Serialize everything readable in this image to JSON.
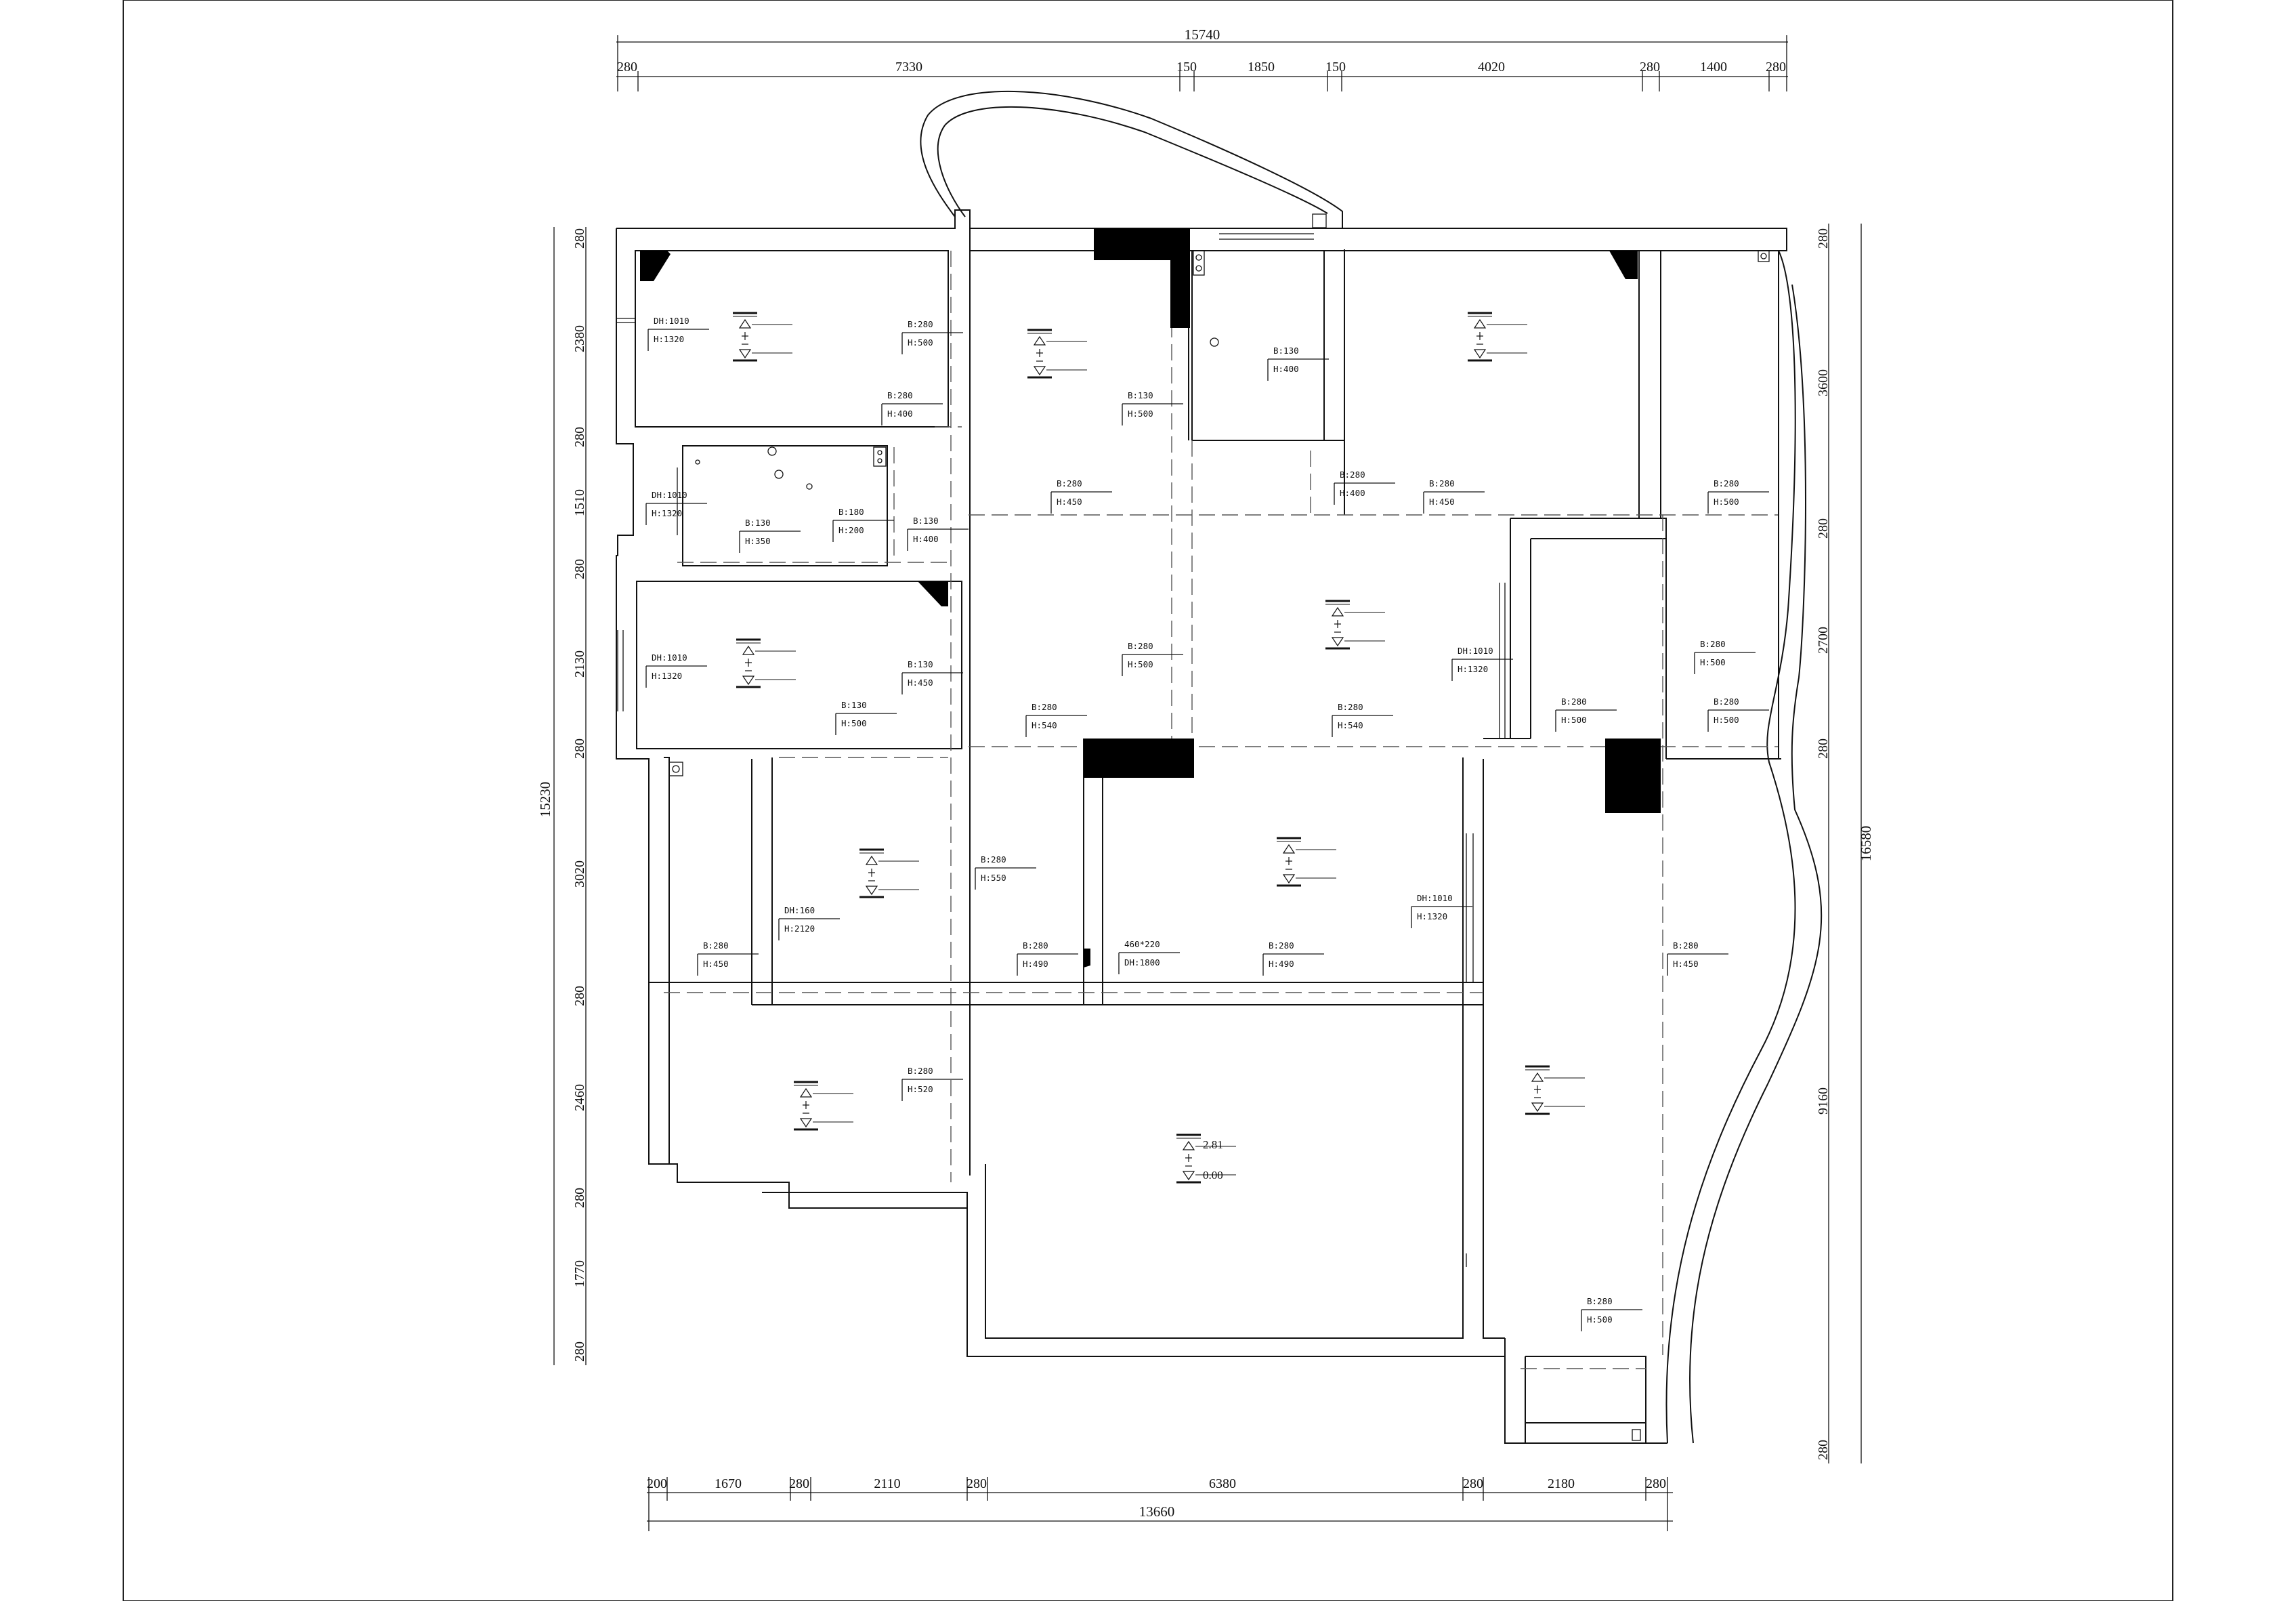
{
  "drawing": {
    "top_total": "15740",
    "top_dims": [
      "280",
      "7330",
      "150",
      "1850",
      "150",
      "4020",
      "280",
      "1400",
      "280"
    ],
    "bottom_total": "13660",
    "bottom_dims": [
      "200",
      "1670",
      "280",
      "2110",
      "280",
      "6380",
      "280",
      "2180",
      "280"
    ],
    "left_total": "15230",
    "left_dims": [
      "280",
      "2380",
      "280",
      "1510",
      "280",
      "2130",
      "280",
      "3020",
      "280",
      "2460",
      "280",
      "1770",
      "280"
    ],
    "right_total": "16580",
    "right_dims": [
      "280",
      "3600",
      "280",
      "2700",
      "280",
      "9160",
      "280"
    ]
  },
  "annotations": [
    {
      "l1": "DH:1010",
      "l2": "H:1320"
    },
    {
      "l1": "B:280",
      "l2": "H:500"
    },
    {
      "l1": "B:280",
      "l2": "H:400"
    },
    {
      "l1": "B:130",
      "l2": "H:500"
    },
    {
      "l1": "B:130",
      "l2": "H:400"
    },
    {
      "l1": "B:280",
      "l2": "H:450"
    },
    {
      "l1": "B:280",
      "l2": "H:400"
    },
    {
      "l1": "B:280",
      "l2": "H:450"
    },
    {
      "l1": "B:280",
      "l2": "H:500"
    },
    {
      "l1": "DH:1010",
      "l2": "H:1320"
    },
    {
      "l1": "B:130",
      "l2": "H:350"
    },
    {
      "l1": "B:180",
      "l2": "H:200"
    },
    {
      "l1": "B:130",
      "l2": "H:400"
    },
    {
      "l1": "DH:1010",
      "l2": "H:1320"
    },
    {
      "l1": "B:130",
      "l2": "H:450"
    },
    {
      "l1": "B:130",
      "l2": "H:500"
    },
    {
      "l1": "B:280",
      "l2": "H:500"
    },
    {
      "l1": "B:280",
      "l2": "H:540"
    },
    {
      "l1": "B:280",
      "l2": "H:540"
    },
    {
      "l1": "DH:1010",
      "l2": "H:1320"
    },
    {
      "l1": "B:280",
      "l2": "H:500"
    },
    {
      "l1": "B:280",
      "l2": "H:500"
    },
    {
      "l1": "B:280",
      "l2": "H:500"
    },
    {
      "l1": "B:280",
      "l2": "H:550"
    },
    {
      "l1": "DH:160",
      "l2": "H:2120"
    },
    {
      "l1": "B:280",
      "l2": "H:450"
    },
    {
      "l1": "B:280",
      "l2": "H:490"
    },
    {
      "l1": "460*220",
      "l2": "DH:1800"
    },
    {
      "l1": "B:280",
      "l2": "H:490"
    },
    {
      "l1": "DH:1010",
      "l2": "H:1320"
    },
    {
      "l1": "B:280",
      "l2": "H:450"
    },
    {
      "l1": "B:280",
      "l2": "H:520"
    },
    {
      "l1": "B:280",
      "l2": "H:500"
    }
  ],
  "levels": {
    "high": "2.81",
    "low": "0.00"
  }
}
